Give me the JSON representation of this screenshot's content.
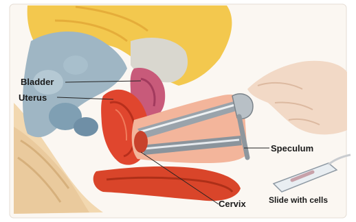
{
  "labels": {
    "bladder": "Bladder",
    "uterus": "Uterus",
    "speculum": "Speculum",
    "cervix": "Cervix",
    "slide": "Slide with cells"
  }
}
